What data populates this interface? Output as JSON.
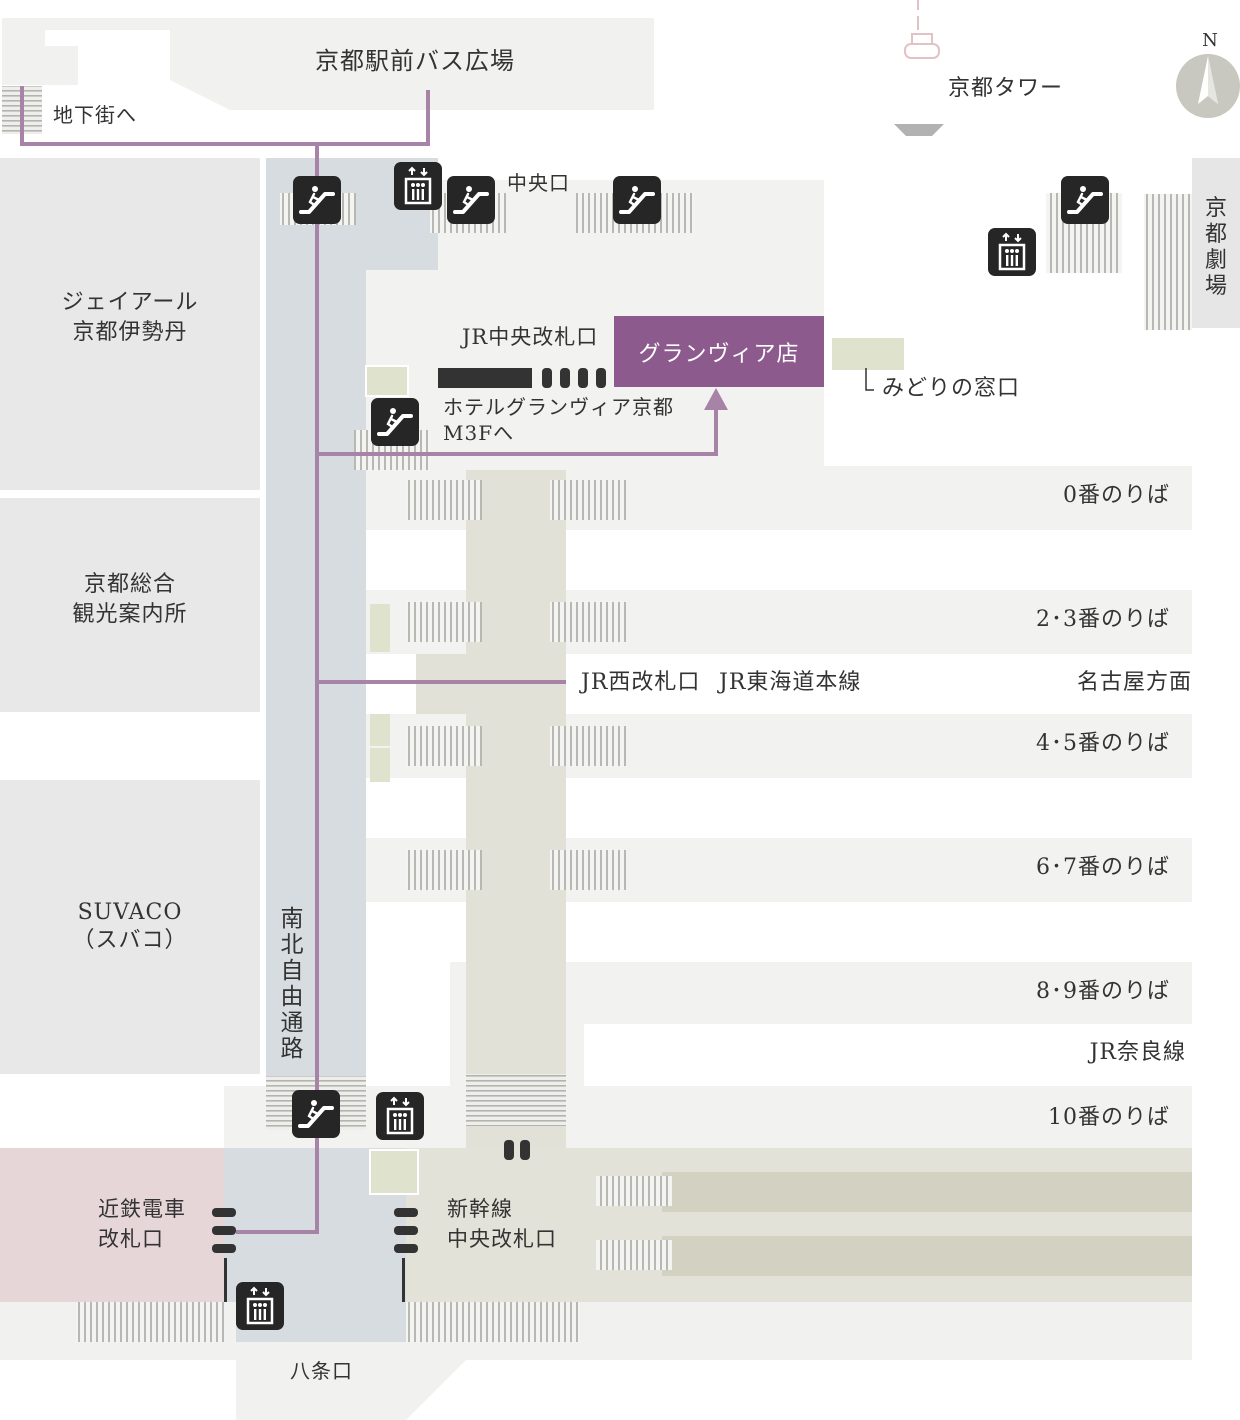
{
  "north_label": "N",
  "labels": {
    "bus_terminal": "京都駅前バス広場",
    "underground_mall": "地下街へ",
    "kyoto_tower": "京都タワー",
    "central_exit": "中央口",
    "kyoto_theater": "京都劇場",
    "isetan_line1": "ジェイアール",
    "isetan_line2": "京都伊勢丹",
    "tourist_line1": "京都総合",
    "tourist_line2": "観光案内所",
    "suvaco_line1": "SUVACO",
    "suvaco_line2": "（スバコ）",
    "jr_central_gate": "JR中央改札口",
    "midori_window": "みどりの窓口",
    "hotel_line1": "ホテルグランヴィア京都",
    "hotel_line2": "M3Fへ",
    "platform_0": "0番のりば",
    "platform_2_3": "2･3番のりば",
    "jr_west_gate": "JR西改札口",
    "tokaido_line": "JR東海道本線",
    "nagoya_direction": "名古屋方面",
    "platform_4_5": "4･5番のりば",
    "platform_6_7": "6･7番のりば",
    "platform_8_9": "8･9番のりば",
    "nara_line": "JR奈良線",
    "platform_10": "10番のりば",
    "free_passage": "南北自由通路",
    "kintetsu_line1": "近鉄電車",
    "kintetsu_line2": "改札口",
    "shinkansen_line1": "新幹線",
    "shinkansen_line2": "中央改札口",
    "hachijo_exit": "八条口"
  },
  "store": {
    "name": "グランヴィア店",
    "color": "#8c5a8c"
  },
  "colors": {
    "route": "#a783a8",
    "passage": "#d6dcdf",
    "building": "#e8e8e8",
    "platform": "#f2f2f0",
    "shinkansen": "#e2e2d8",
    "kintetsu": "#e6d6d8",
    "ticket_office": "#dfe2cc",
    "icon": "#262626",
    "compass": "#c9c8c0"
  }
}
